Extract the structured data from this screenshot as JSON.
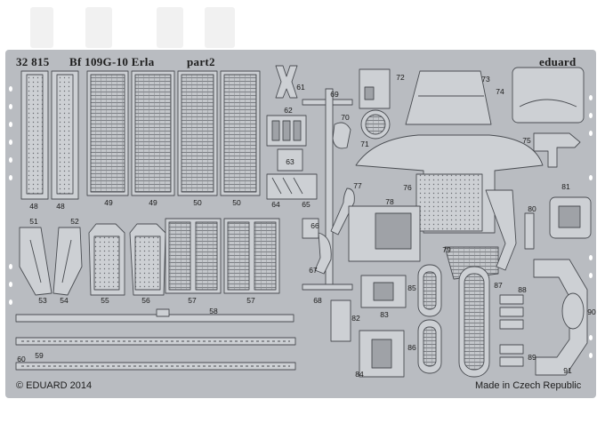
{
  "header": {
    "catalog_number": "32 815",
    "model": "Bf 109G-10 Erla",
    "part": "part2",
    "brand": "eduard"
  },
  "footer": {
    "copyright": "© EDUARD 2014",
    "origin": "Made in Czech Republic"
  },
  "part_numbers": [
    "48",
    "48",
    "49",
    "49",
    "50",
    "50",
    "51",
    "52",
    "53",
    "54",
    "55",
    "56",
    "57",
    "57",
    "58",
    "59",
    "60",
    "61",
    "62",
    "63",
    "64",
    "65",
    "66",
    "67",
    "68",
    "69",
    "70",
    "71",
    "72",
    "73",
    "74",
    "75",
    "76",
    "77",
    "78",
    "79",
    "80",
    "81",
    "82",
    "83",
    "84",
    "85",
    "86",
    "87",
    "88",
    "89",
    "90",
    "91"
  ],
  "colors": {
    "fret_metal": "#b9bcc1",
    "part_fill": "#cdd0d4",
    "etch_line": "#4a4d52",
    "background": "#ffffff"
  }
}
